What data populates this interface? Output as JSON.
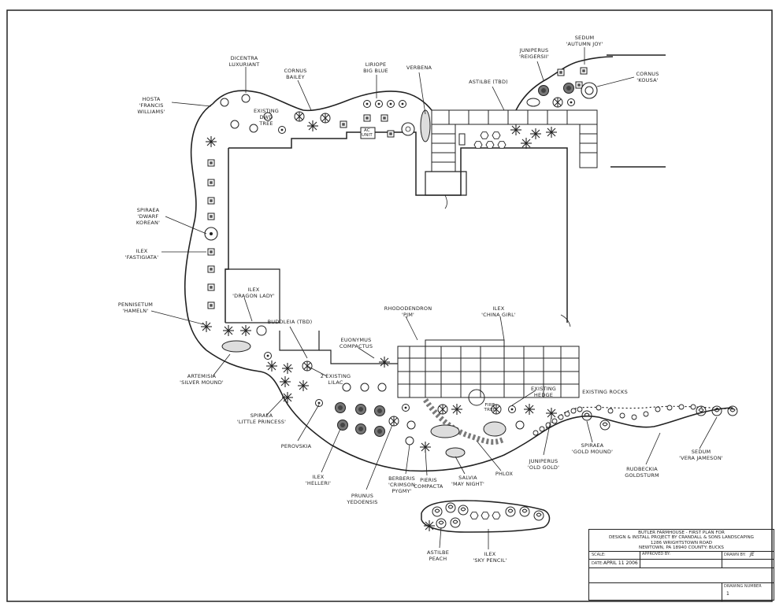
{
  "title_block": {
    "lines": [
      "BUTLER FARMHOUSE - FIRST PLAN FOR",
      "DESIGN & INSTALL PROJECT BY CRANDALL & SONS LANDSCAPING",
      "1286 WRIGHTSTOWN ROAD",
      "NEWTOWN, PA 18940  COUNTY: BUCKS"
    ],
    "scale_label": "SCALE:",
    "approved_label": "APPROVED BY:",
    "drawn_label": "DRAWN BY:",
    "drawn_value": "JE",
    "date_label": "DATE:",
    "date_value": "APRIL 11 2006",
    "drawing_number_label": "DRAWING NUMBER",
    "drawing_number_value": "1"
  },
  "labels": [
    {
      "id": "hosta",
      "lines": [
        "HOSTA",
        "'FRANCIS",
        "WILLIAMS'"
      ]
    },
    {
      "id": "dicentra",
      "lines": [
        "DICENTRA",
        "LUXURIANT"
      ]
    },
    {
      "id": "cornus-bailey",
      "lines": [
        "CORNUS",
        "BAILEY"
      ]
    },
    {
      "id": "existing-tree",
      "lines": [
        "EXISTING",
        "DWD",
        "TREE"
      ]
    },
    {
      "id": "liriope",
      "lines": [
        "LIRIOPE",
        "BIG BLUE"
      ]
    },
    {
      "id": "verbena",
      "lines": [
        "VERBENA"
      ]
    },
    {
      "id": "ac-unit",
      "lines": [
        "AC",
        "UNIT"
      ]
    },
    {
      "id": "astilbe-tbd",
      "lines": [
        "ASTILBE (TBD)"
      ]
    },
    {
      "id": "juniperus-reigersii",
      "lines": [
        "JUNIPERUS",
        "'REIGERSII'"
      ]
    },
    {
      "id": "sedum-autumn-joy",
      "lines": [
        "SEDUM",
        "'AUTUMN JOY'"
      ]
    },
    {
      "id": "cornus-kousa",
      "lines": [
        "CORNUS",
        "'KOUSA'"
      ]
    },
    {
      "id": "spiraea-dwarf",
      "lines": [
        "SPIRAEA",
        "'DWARF",
        "KOREAN'"
      ]
    },
    {
      "id": "ilex-fastigiata",
      "lines": [
        "ILEX",
        "'FASTIGIATA'"
      ]
    },
    {
      "id": "ilex-dragon-lady",
      "lines": [
        "ILEX",
        "'DRAGON LADY'"
      ]
    },
    {
      "id": "pennisetum-hameln",
      "lines": [
        "PENNISETUM",
        "'HAMELN'"
      ]
    },
    {
      "id": "buddleia",
      "lines": [
        "BUDDLEIA (TBD)"
      ]
    },
    {
      "id": "rhododendron",
      "lines": [
        "RHODODENDRON",
        "'PJM'"
      ]
    },
    {
      "id": "ilex-china-girl",
      "lines": [
        "ILEX",
        "'CHINA GIRL'"
      ]
    },
    {
      "id": "euonymus",
      "lines": [
        "EUONYMUS",
        "COMPACTUS"
      ]
    },
    {
      "id": "artemisia",
      "lines": [
        "ARTEMISIA",
        "'SILVER MOUND'"
      ]
    },
    {
      "id": "existing-lilac",
      "lines": [
        "2 EXISTING",
        "LILAC"
      ]
    },
    {
      "id": "existing-hedge",
      "lines": [
        "EXISTING",
        "HEDGE"
      ]
    },
    {
      "id": "existing-rocks",
      "lines": [
        "EXISTING ROCKS"
      ]
    },
    {
      "id": "spiraea-little-princess",
      "lines": [
        "SPIRAEA",
        "'LITTLE PRINCESS'"
      ]
    },
    {
      "id": "perovskia",
      "lines": [
        "PEROVSKIA"
      ]
    },
    {
      "id": "ilex-helleri",
      "lines": [
        "ILEX",
        "'HELLERI'"
      ]
    },
    {
      "id": "prunus",
      "lines": [
        "PRUNUS",
        "YEDOENSIS"
      ]
    },
    {
      "id": "berberis",
      "lines": [
        "BERBERIS",
        "'CRIMSON",
        "PYGMY'"
      ]
    },
    {
      "id": "pieris",
      "lines": [
        "PIERIS",
        "COMPACTA"
      ]
    },
    {
      "id": "salvia",
      "lines": [
        "SALVIA",
        "'MAY NIGHT'"
      ]
    },
    {
      "id": "phlox",
      "lines": [
        "PHLOX"
      ]
    },
    {
      "id": "juniperus-old-gold",
      "lines": [
        "JUNIPERUS",
        "'OLD GOLD'"
      ]
    },
    {
      "id": "spiraea-gold",
      "lines": [
        "SPIRAEA",
        "'GOLD MOUND'"
      ]
    },
    {
      "id": "rudbeckia",
      "lines": [
        "RUDBECKIA",
        "GOLDSTURM"
      ]
    },
    {
      "id": "sedum-vera",
      "lines": [
        "SEDUM",
        "'VERA JAMESON'"
      ]
    },
    {
      "id": "astilbe-peach",
      "lines": [
        "ASTILBE",
        "PEACH"
      ]
    },
    {
      "id": "ilex-sky-pencil",
      "lines": [
        "ILEX",
        "'SKY PENCIL'"
      ]
    },
    {
      "id": "fire-tree",
      "lines": [
        "FIRE",
        "TREE"
      ]
    }
  ]
}
